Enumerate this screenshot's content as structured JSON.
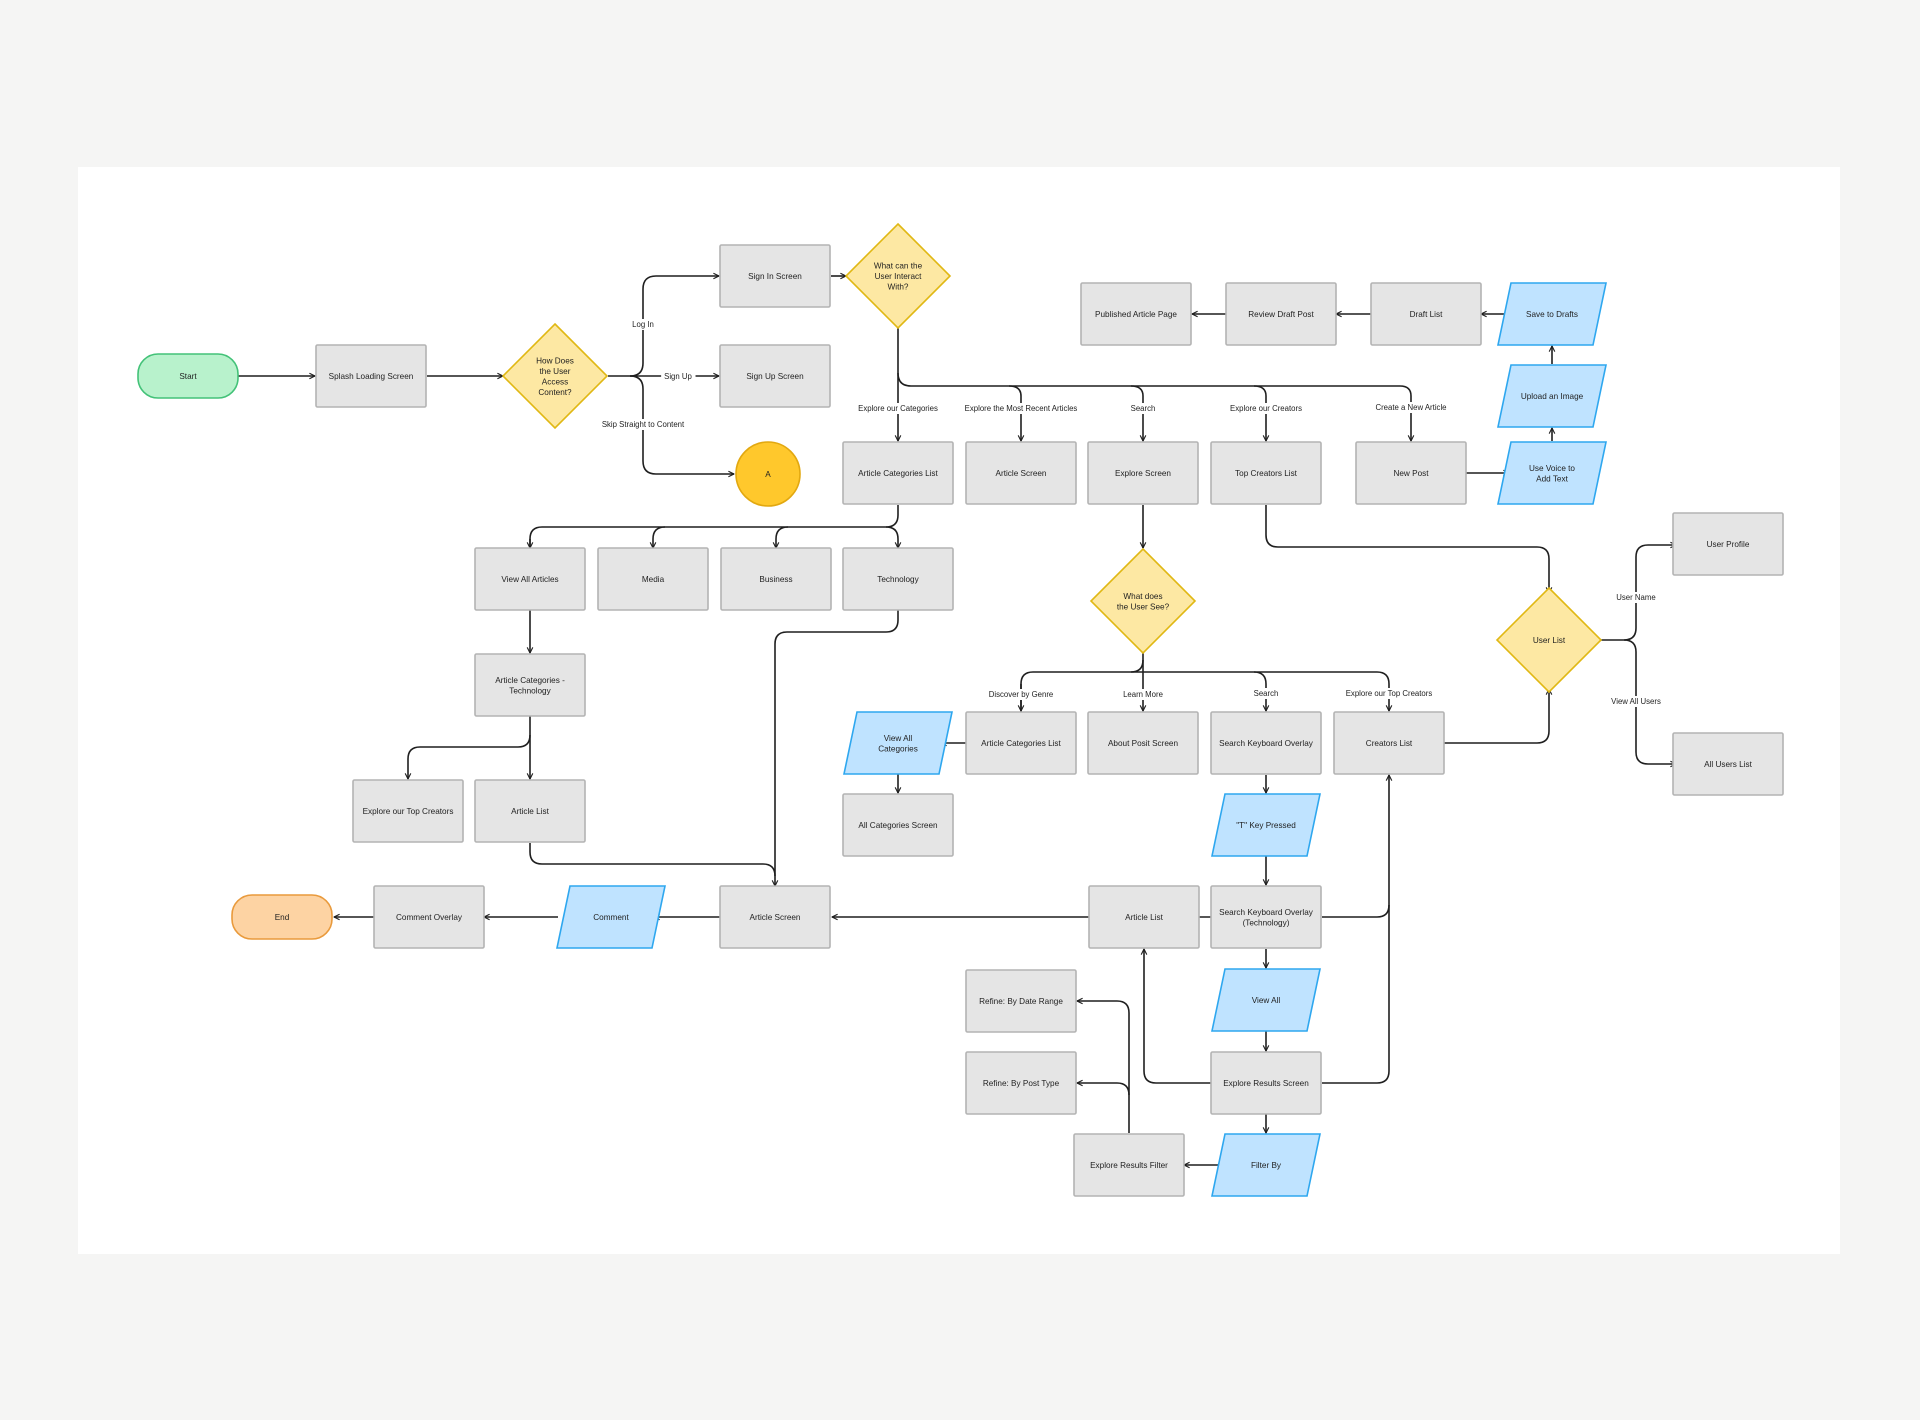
{
  "colors": {
    "background": "#f5f5f4",
    "canvas": "#ffffff",
    "screen_fill": "#e5e5e5",
    "screen_stroke": "#b3b3b3",
    "decision_fill": "#fde8a3",
    "decision_stroke": "#e0b814",
    "input_fill": "#bfe3ff",
    "input_stroke": "#2ea7ef",
    "start_fill": "#b8f2cc",
    "start_stroke": "#43c278",
    "end_fill": "#fdd3a3",
    "end_stroke": "#e99a3c",
    "connector_fill": "#ffc82c",
    "connector_stroke": "#e2a810",
    "line": "#1f1f1f"
  },
  "nodes": {
    "start": {
      "type": "terminal-start",
      "label": [
        "Start"
      ]
    },
    "splash": {
      "type": "screen",
      "label": [
        "Splash Loading Screen"
      ]
    },
    "access": {
      "type": "decision",
      "label": [
        "How Does",
        "the User",
        "Access",
        "Content?"
      ]
    },
    "signin": {
      "type": "screen",
      "label": [
        "Sign In Screen"
      ]
    },
    "signup": {
      "type": "screen",
      "label": [
        "Sign Up Screen"
      ]
    },
    "connA": {
      "type": "connector",
      "label": [
        "A"
      ]
    },
    "interact": {
      "type": "decision",
      "label": [
        "What can the",
        "User Interact",
        "With?"
      ]
    },
    "published": {
      "type": "screen",
      "label": [
        "Published Article Page"
      ]
    },
    "reviewdraft": {
      "type": "screen",
      "label": [
        "Review Draft Post"
      ]
    },
    "draftlist": {
      "type": "screen",
      "label": [
        "Draft List"
      ]
    },
    "savedrafts": {
      "type": "input",
      "label": [
        "Save to Drafts"
      ]
    },
    "uploadimg": {
      "type": "input",
      "label": [
        "Upload an Image"
      ]
    },
    "voice": {
      "type": "input",
      "label": [
        "Use Voice to",
        "Add Text"
      ]
    },
    "catlist": {
      "type": "screen",
      "label": [
        "Article Categories List"
      ]
    },
    "articlescreen1": {
      "type": "screen",
      "label": [
        "Article Screen"
      ]
    },
    "explore": {
      "type": "screen",
      "label": [
        "Explore Screen"
      ]
    },
    "topcreators": {
      "type": "screen",
      "label": [
        "Top Creators List"
      ]
    },
    "newpost": {
      "type": "screen",
      "label": [
        "New Post"
      ]
    },
    "viewall": {
      "type": "screen",
      "label": [
        "View All Articles"
      ]
    },
    "media": {
      "type": "screen",
      "label": [
        "Media"
      ]
    },
    "business": {
      "type": "screen",
      "label": [
        "Business"
      ]
    },
    "technology": {
      "type": "screen",
      "label": [
        "Technology"
      ]
    },
    "cattech": {
      "type": "screen",
      "label": [
        "Article Categories -",
        "Technology"
      ]
    },
    "exploretop": {
      "type": "screen",
      "label": [
        "Explore our Top Creators"
      ]
    },
    "artlist1": {
      "type": "screen",
      "label": [
        "Article List"
      ]
    },
    "usersee": {
      "type": "decision",
      "label": [
        "What does",
        "the User See?"
      ]
    },
    "viewallcat": {
      "type": "input",
      "label": [
        "View All",
        "Categories"
      ]
    },
    "allcat": {
      "type": "screen",
      "label": [
        "All Categories Screen"
      ]
    },
    "catlist2": {
      "type": "screen",
      "label": [
        "Article Categories List"
      ]
    },
    "aboutposit": {
      "type": "screen",
      "label": [
        "About Posit Screen"
      ]
    },
    "searchkb": {
      "type": "screen",
      "label": [
        "Search Keyboard Overlay"
      ]
    },
    "creators": {
      "type": "screen",
      "label": [
        "Creators List"
      ]
    },
    "userlist": {
      "type": "decision",
      "label": [
        "User List"
      ]
    },
    "userprofile": {
      "type": "screen",
      "label": [
        "User Profile"
      ]
    },
    "allusers": {
      "type": "screen",
      "label": [
        "All Users List"
      ]
    },
    "tkey": {
      "type": "input",
      "label": [
        "\"T\" Key Pressed"
      ]
    },
    "end": {
      "type": "terminal-end",
      "label": [
        "End"
      ]
    },
    "commentoverlay": {
      "type": "screen",
      "label": [
        "Comment Overlay"
      ]
    },
    "comment": {
      "type": "input",
      "label": [
        "Comment"
      ]
    },
    "articlescreen2": {
      "type": "screen",
      "label": [
        "Article Screen"
      ]
    },
    "artlist2": {
      "type": "screen",
      "label": [
        "Article List"
      ]
    },
    "searchkbtech": {
      "type": "screen",
      "label": [
        "Search Keyboard Overlay",
        "(Technology)"
      ]
    },
    "viewall2": {
      "type": "input",
      "label": [
        "View All"
      ]
    },
    "refinedate": {
      "type": "screen",
      "label": [
        "Refine: By Date Range"
      ]
    },
    "refinetype": {
      "type": "screen",
      "label": [
        "Refine: By Post Type"
      ]
    },
    "results": {
      "type": "screen",
      "label": [
        "Explore Results Screen"
      ]
    },
    "filterscreen": {
      "type": "screen",
      "label": [
        "Explore Results Filter"
      ]
    },
    "filterby": {
      "type": "input",
      "label": [
        "Filter By"
      ]
    }
  },
  "edge_labels": {
    "login": "Log In",
    "signup": "Sign Up",
    "skip": "Skip Straight to Content",
    "explore_categories": "Explore our Categories",
    "explore_recent": "Explore the Most Recent Articles",
    "search_top": "Search",
    "explore_creators": "Explore our Creators",
    "create_article": "Create a New Article",
    "discover_genre": "Discover by Genre",
    "learn_more": "Learn More",
    "search_mid": "Search",
    "explore_top_creators": "Explore our Top Creators",
    "user_name": "User Name",
    "view_all_users": "View All Users"
  }
}
